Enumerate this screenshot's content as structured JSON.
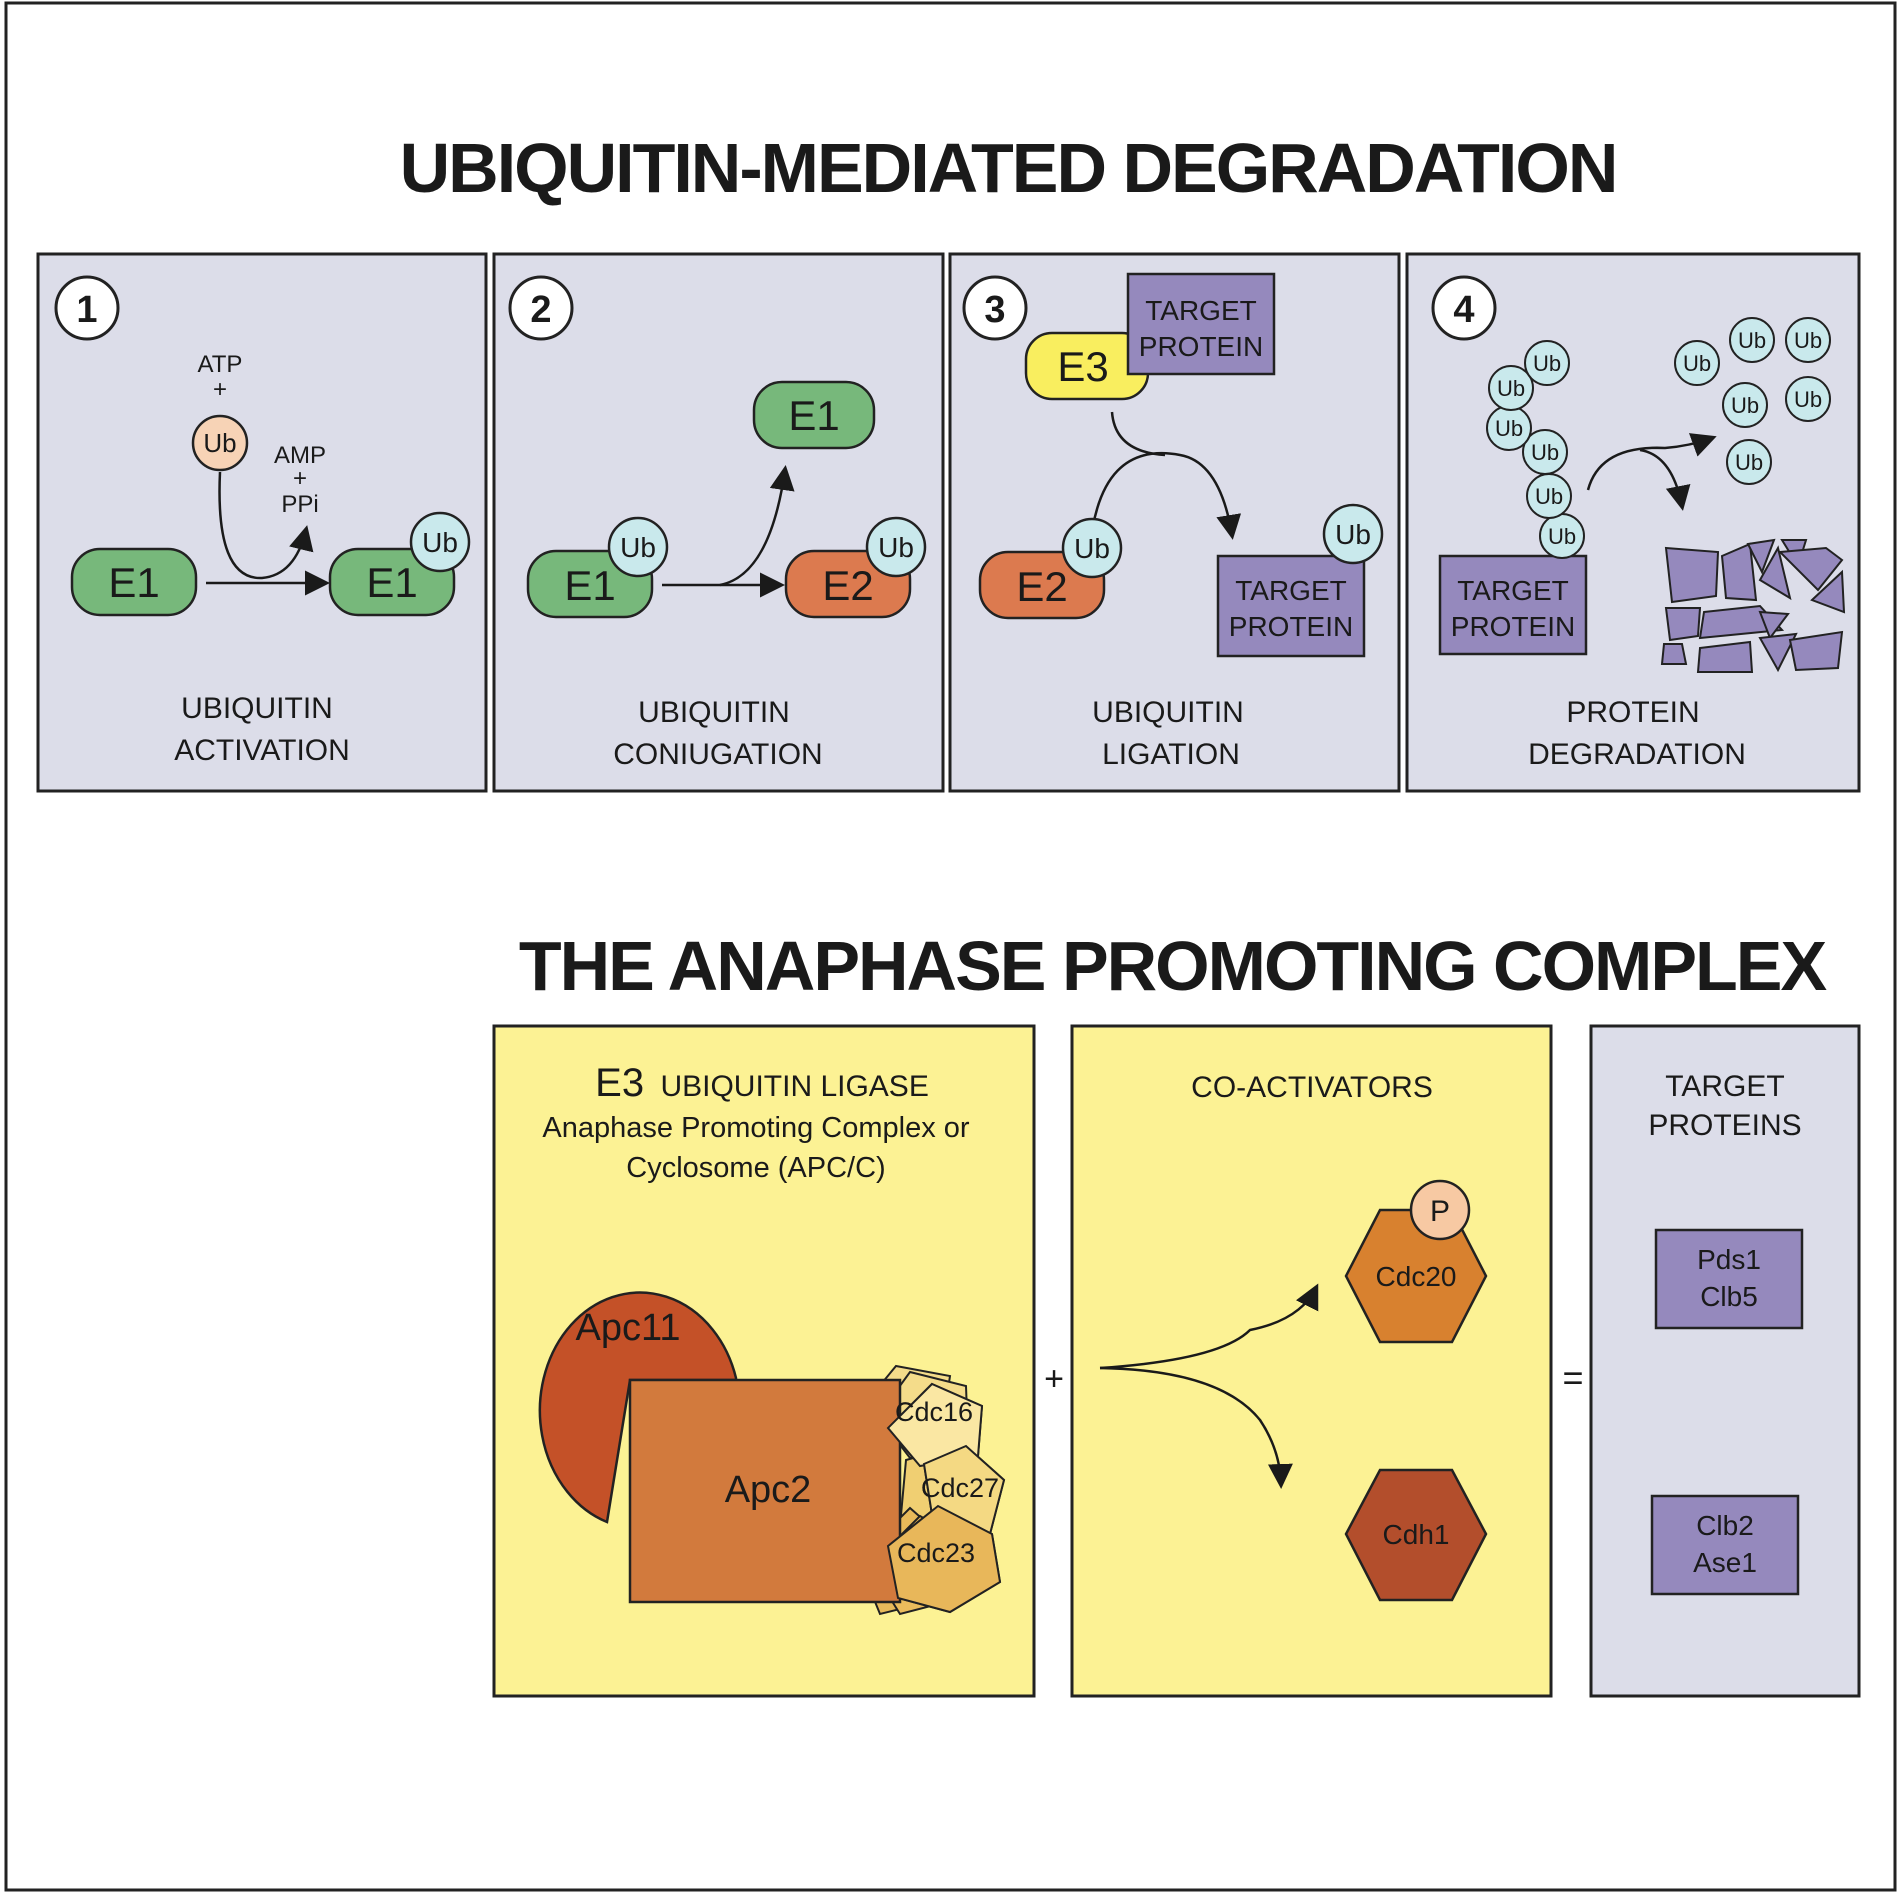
{
  "titles": {
    "top": "UBIQUITIN-MEDIATED DEGRADATION",
    "bottom": "THE ANAPHASE PROMOTING COMPLEX"
  },
  "panel1": {
    "number": "1",
    "atp": "ATP",
    "plus": "+",
    "ub": "Ub",
    "amp": "AMP",
    "ppi": "PPi",
    "e1": "E1",
    "caption_line1": "UBIQUITIN",
    "caption_line2": "ACTIVATION"
  },
  "panel2": {
    "number": "2",
    "e1": "E1",
    "e2": "E2",
    "ub": "Ub",
    "caption_line1": "UBIQUITIN",
    "caption_line2": "CONIUGATION"
  },
  "panel3": {
    "number": "3",
    "e3": "E3",
    "e2": "E2",
    "ub": "Ub",
    "target_line1": "TARGET",
    "target_line2": "PROTEIN",
    "caption_line1": "UBIQUITIN",
    "caption_line2": "LIGATION"
  },
  "panel4": {
    "number": "4",
    "ub": "Ub",
    "target_line1": "TARGET",
    "target_line2": "PROTEIN",
    "caption_line1": "PROTEIN",
    "caption_line2": "DEGRADATION"
  },
  "apc": {
    "ligase_e3": "E3",
    "ligase_title": "UBIQUITIN LIGASE",
    "ligase_sub1": "Anaphase Promoting Complex or",
    "ligase_sub2": "Cyclosome (APC/C)",
    "apc11": "Apc11",
    "apc2": "Apc2",
    "cdc16": "Cdc16",
    "cdc27": "Cdc27",
    "cdc23": "Cdc23",
    "plus": "+",
    "coactivators_title": "CO-ACTIVATORS",
    "p": "P",
    "cdc20": "Cdc20",
    "cdh1": "Cdh1",
    "equals": "=",
    "targets_line1": "TARGET",
    "targets_line2": "PROTEINS",
    "pds1": "Pds1",
    "clb5": "Clb5",
    "clb2": "Clb2",
    "ase1": "Ase1"
  },
  "colors": {
    "panel_bg": "#dcdde9",
    "yellow_bg": "#fcf294",
    "green": "#77b87b",
    "orange_e2": "#dc7a4f",
    "ub_blue": "#c9e9ec",
    "ub_peach": "#f7d3b6",
    "purple": "#9589bd",
    "e3_yellow": "#f9ee5f",
    "apc11": "#c45128",
    "apc2": "#d27a3d",
    "cdc20": "#d8812f",
    "cdh1": "#b34e2c"
  }
}
